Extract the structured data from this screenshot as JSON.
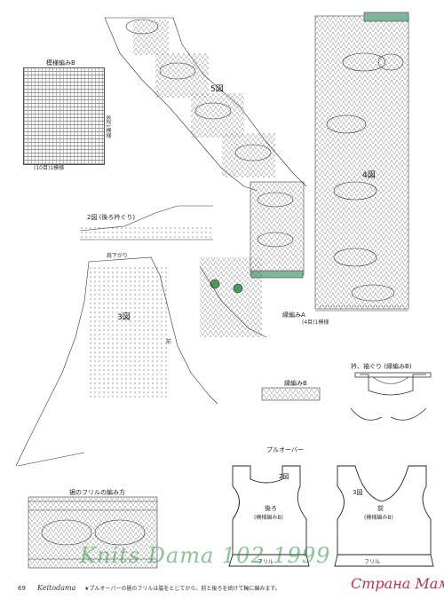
{
  "swatch": {
    "title": "模様編みB",
    "bottom_label": "(10目)1模様",
    "right_label": "8段1模様"
  },
  "section5": {
    "label": "5図"
  },
  "section4": {
    "label": "4図"
  },
  "back": {
    "label": "2図 (後ろ衿ぐり)",
    "shoulder": "肩下がり"
  },
  "section3": {
    "label": "3図",
    "front": "前"
  },
  "sleeve_edge": {
    "label": "縁編みB"
  },
  "edge_a": {
    "label": "縁編みA",
    "note": "(4目)1模様"
  },
  "hem": {
    "label": "裾のフリルの編み方"
  },
  "collar": {
    "title": "衿、袖ぐり (縁編みB)"
  },
  "pullover": {
    "title": "プルオーバー",
    "back_piece": {
      "name": "後ろ",
      "sub": "(模様編みB)",
      "fig": "2図"
    },
    "front_piece": {
      "name": "前",
      "sub": "(模様編みB)",
      "fig": "3図"
    },
    "frill": "フリル"
  },
  "footer": {
    "page": "69",
    "magazine": "Keitodama",
    "note": "★プルオーバーの裾のフリルは脇をとじてから、前と後ろを続けて輪に編みます。"
  },
  "watermark": "Knits Dama 102 1999",
  "logo": "Страна Мам"
}
